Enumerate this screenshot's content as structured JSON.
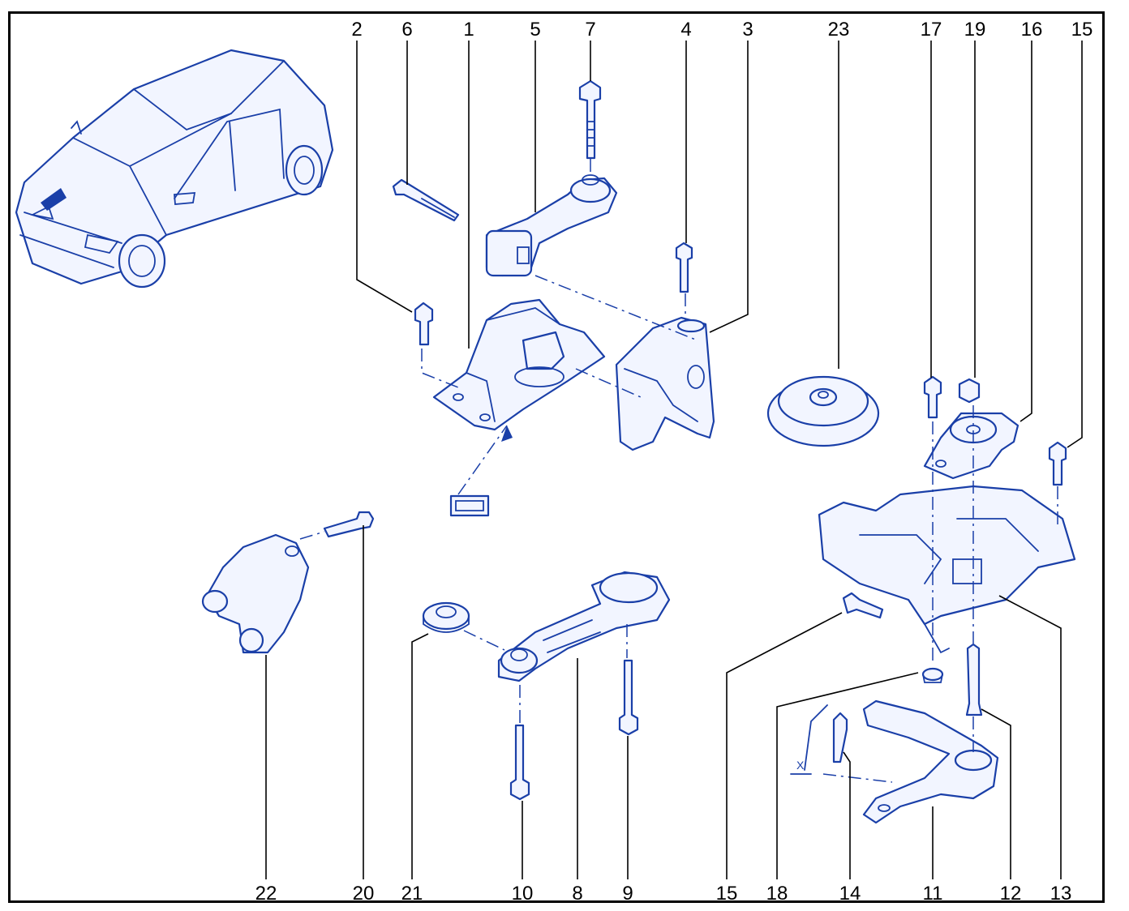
{
  "diagram": {
    "part_labels": {
      "l2": "2",
      "l6": "6",
      "l1": "1",
      "l5": "5",
      "l7": "7",
      "l4": "4",
      "l3": "3",
      "l23": "23",
      "l17": "17",
      "l19": "19",
      "l16": "16",
      "l15a": "15",
      "l22": "22",
      "l20": "20",
      "l21": "21",
      "l10": "10",
      "l8": "8",
      "l9": "9",
      "l15b": "15",
      "l18": "18",
      "l14": "14",
      "l11": "11",
      "l12": "12",
      "l13": "13"
    },
    "dimension_label": "X",
    "colors": {
      "line_art": "#1a3fa8",
      "labels": "#000000",
      "frame": "#000000"
    }
  }
}
